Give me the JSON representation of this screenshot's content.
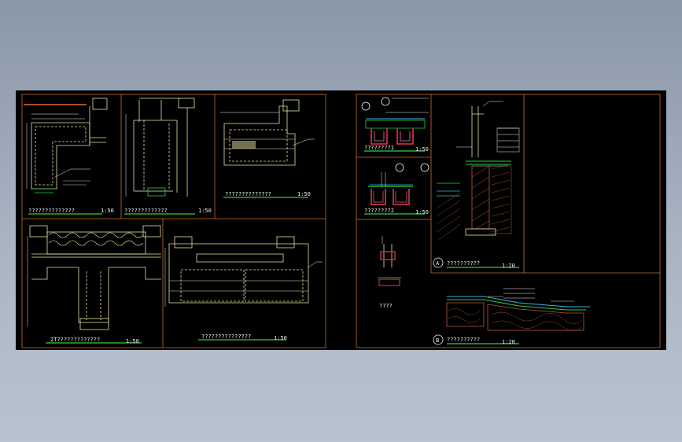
{
  "colors": {
    "background": "#000000",
    "frame": "#c8702a",
    "concrete": "#e8e2a0",
    "dimension": "#f0f0f0",
    "underline": "#2fd13a",
    "waterproof": "#2fb4e8",
    "brick": "#c0304a",
    "hatch": "#b85a4a"
  },
  "sheet_left": {
    "panels": [
      {
        "title": "??????????????",
        "scale": "1:50"
      },
      {
        "title": "?????????????",
        "scale": "1:50"
      },
      {
        "title": "??????????????",
        "scale": "1:50"
      },
      {
        "title": "2T?????????????",
        "scale": "1:50"
      },
      {
        "title": "???????????????",
        "scale": "1:50"
      }
    ]
  },
  "sheet_right": {
    "panels": [
      {
        "title": "????????1",
        "scale": "1:50"
      },
      {
        "title": "????????2",
        "scale": "1:50"
      },
      {
        "title": "????",
        "scale": ""
      },
      {
        "marker": "A",
        "title": "??????????",
        "scale": "1:20"
      },
      {
        "marker": "B",
        "title": "??????????",
        "scale": "1:20"
      }
    ]
  }
}
